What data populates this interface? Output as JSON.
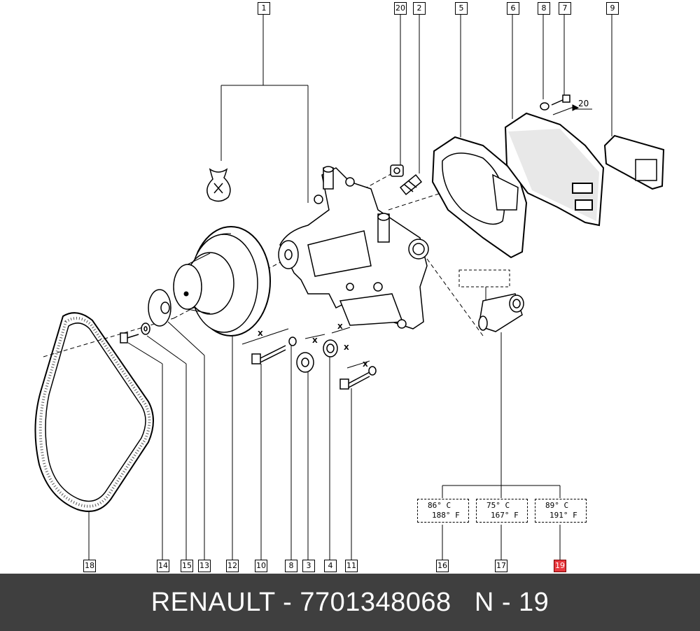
{
  "callouts_top": [
    "1",
    "20",
    "2",
    "5",
    "6",
    "8",
    "7",
    "9"
  ],
  "callouts_bottom": [
    "18",
    "14",
    "15",
    "13",
    "12",
    "10",
    "8",
    "3",
    "4",
    "11",
    "16",
    "17",
    "19"
  ],
  "highlighted_callout": "19",
  "annotation_20": "20",
  "x_mark": "X",
  "thermostats": [
    {
      "celsius": "86° C",
      "fahrenheit": "188° F"
    },
    {
      "celsius": "75° C",
      "fahrenheit": "167° F"
    },
    {
      "celsius": "89° C",
      "fahrenheit": "191° F"
    }
  ],
  "footer": {
    "text": "RENAULT - 7701348068   N - 19"
  },
  "colors": {
    "footer_bg": "#3f3f3f",
    "highlight": "#e8393f"
  }
}
